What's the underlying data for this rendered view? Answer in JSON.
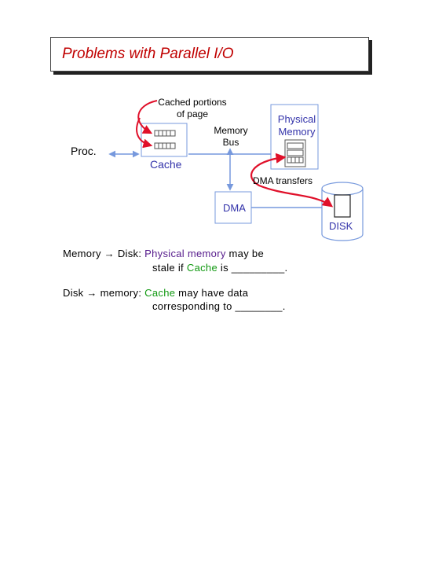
{
  "slide": {
    "title": "Problems with Parallel I/O"
  },
  "diagram": {
    "cached_portions_label": "Cached portions\nof page",
    "memory_bus_label": "Memory\nBus",
    "physical_memory_label": "Physical\nMemory",
    "proc_label": "Proc.",
    "cache_label": "Cache",
    "dma_transfers_label": "DMA transfers",
    "dma_label": "DMA",
    "disk_label": "DISK",
    "colors": {
      "red_arrow": "#e0102a",
      "bus_blue": "#7799dd",
      "dma_text": "#3333aa",
      "memory_text": "#3333aa",
      "green_text": "#119911",
      "purple_text": "#551a8b",
      "title_red": "#c00000"
    }
  },
  "notes": {
    "line1_prefix": "Memory → Disk: ",
    "line1_highlight": "Physical memory",
    "line1_after": " may be",
    "line2_before": "stale if ",
    "line2_highlight": "Cache",
    "line2_after": " is _________.",
    "line3_prefix": "Disk → memory: ",
    "line3_highlight": "Cache",
    "line3_after": " may have data",
    "line4": "corresponding to ________."
  }
}
